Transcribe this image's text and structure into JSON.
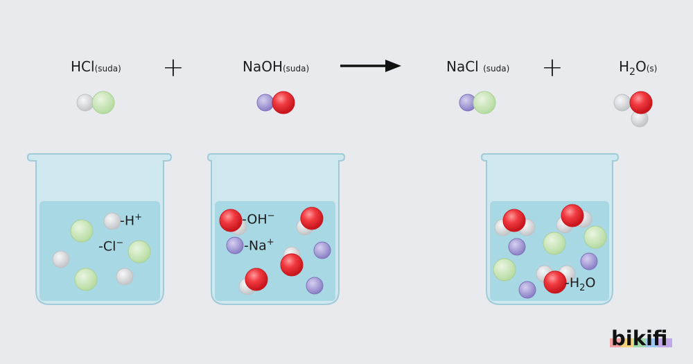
{
  "equation": {
    "hcl": {
      "formula": "HCl",
      "state": "(suda)"
    },
    "naoh": {
      "formula": "NaOH",
      "state": "(suda)"
    },
    "nacl": {
      "formula": "NaCl",
      "state": "(suda)"
    },
    "h2o": {
      "h": "H",
      "two": "2",
      "o": "O",
      "state": "(s)"
    },
    "plus": "+"
  },
  "beaker_hcl": {
    "h_ion": {
      "prefix": "-H",
      "charge": "+"
    },
    "cl_ion": {
      "prefix": "-Cl",
      "charge": "−"
    }
  },
  "beaker_naoh": {
    "oh_ion": {
      "prefix": "-OH",
      "charge": "−"
    },
    "na_ion": {
      "prefix": "-Na",
      "charge": "+"
    }
  },
  "beaker_products": {
    "water": {
      "prefix": "-H",
      "two": "2",
      "o": "O"
    }
  },
  "colors": {
    "background": "#e9eaee",
    "hydrogen": "#d2d4d6",
    "chlorine": "#c9e6b8",
    "sodium": "#9a8fd0",
    "oxygen": "#ee2f36",
    "liquid": "#a9d8e5",
    "beaker": "#c7e4ee"
  },
  "brand": {
    "logo_text": "bikifi"
  }
}
